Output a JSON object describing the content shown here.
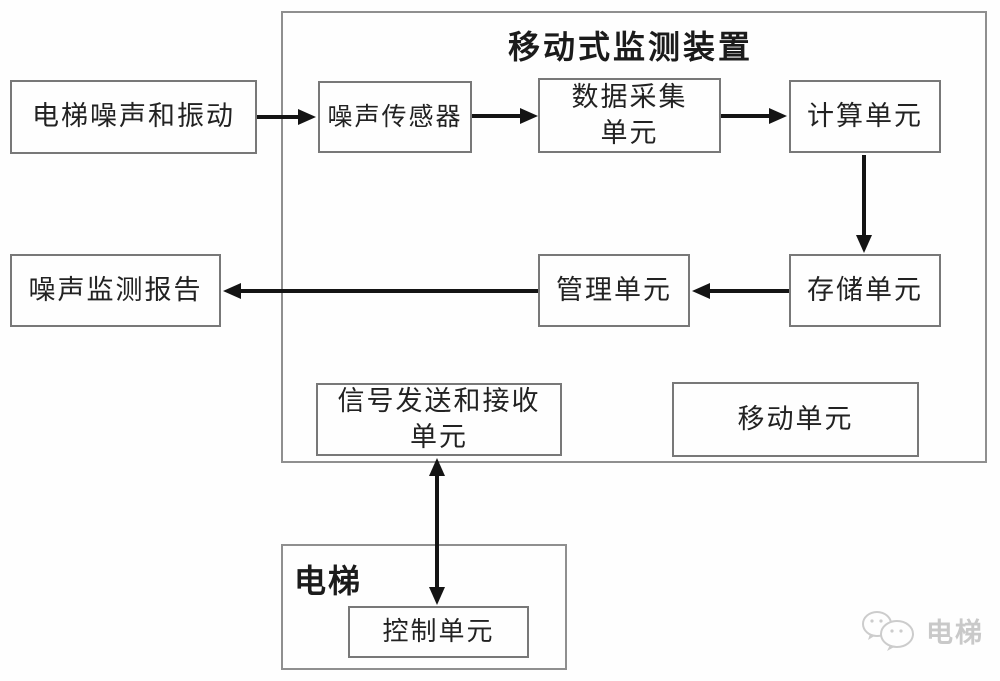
{
  "diagram": {
    "title": "移动式监测装置",
    "nodes": {
      "elevator_noise": {
        "label": "电梯噪声和振动"
      },
      "noise_sensor": {
        "label": "噪声传感器"
      },
      "data_acquisition": {
        "label": "数据采集\n单元"
      },
      "computing": {
        "label": "计算单元"
      },
      "storage": {
        "label": "存储单元"
      },
      "management": {
        "label": "管理单元"
      },
      "noise_report": {
        "label": "噪声监测报告"
      },
      "signal_transceiver": {
        "label": "信号发送和接收\n单元"
      },
      "mobile_unit": {
        "label": "移动单元"
      },
      "elevator_group": {
        "label": "电梯"
      },
      "control_unit": {
        "label": "控制单元"
      }
    },
    "edges": [
      {
        "from": "电梯噪声和振动",
        "to": "噪声传感器",
        "direction": "right"
      },
      {
        "from": "噪声传感器",
        "to": "数据采集单元",
        "direction": "right"
      },
      {
        "from": "数据采集单元",
        "to": "计算单元",
        "direction": "right"
      },
      {
        "from": "计算单元",
        "to": "存储单元",
        "direction": "down"
      },
      {
        "from": "存储单元",
        "to": "管理单元",
        "direction": "left"
      },
      {
        "from": "管理单元",
        "to": "噪声监测报告",
        "direction": "left"
      },
      {
        "from": "信号发送和接收单元",
        "to": "控制单元",
        "direction": "both"
      }
    ]
  },
  "watermark": {
    "label": "电梯",
    "icon": "wechat-logo",
    "color": "#c9c9c9"
  },
  "colors": {
    "node_border": "#787878",
    "group_border": "#8f8f8f",
    "arrow": "#141414",
    "text": "#222222",
    "background": "#fefefe"
  }
}
